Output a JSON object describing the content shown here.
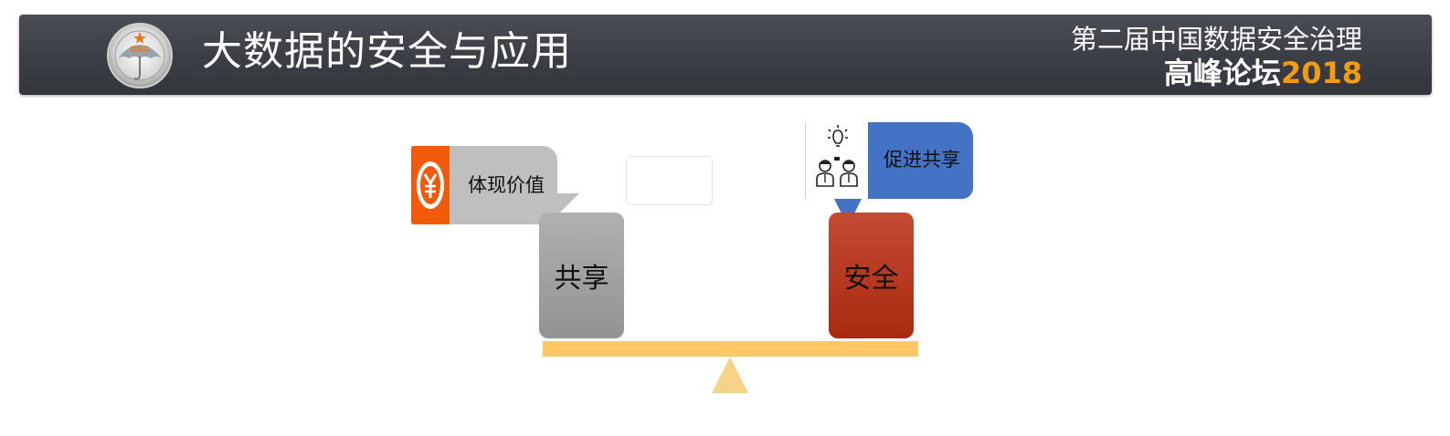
{
  "header": {
    "title": "大数据的安全与应用",
    "forum_line1": "第二届中国数据安全治理",
    "forum_name": "高峰论坛",
    "forum_year": "2018",
    "logo_text": "DSG"
  },
  "diagram": {
    "left_block_label": "共享",
    "right_block_label": "安全",
    "value_callout_label": "体现价值",
    "promote_callout_label": "促进共享",
    "value_icon": "yen-coin-icon",
    "promote_icon": "team-idea-icon"
  },
  "colors": {
    "header_bg": "#3b3e44",
    "year_accent": "#f39c12",
    "share_block": "#a6a6a6",
    "security_block": "#b63a1f",
    "beam": "#ffc864",
    "value_callout": "#bfbfbf",
    "value_icon_bg": "#f05a0a",
    "promote_callout": "#4472c4"
  }
}
